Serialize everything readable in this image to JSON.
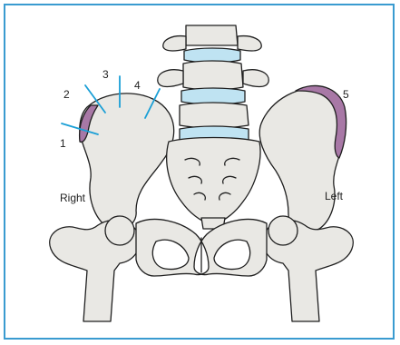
{
  "labels": {
    "n1": "1",
    "n2": "2",
    "n3": "3",
    "n4": "4",
    "n5": "5",
    "right": "Right",
    "left": "Left"
  },
  "colors": {
    "frame": "#3a9bd0",
    "bone_fill": "#e9e8e4",
    "outline": "#1f1f1f",
    "disc": "#bfe3f2",
    "crest_highlight": "#a878a6",
    "pointer": "#1a9fd6"
  }
}
